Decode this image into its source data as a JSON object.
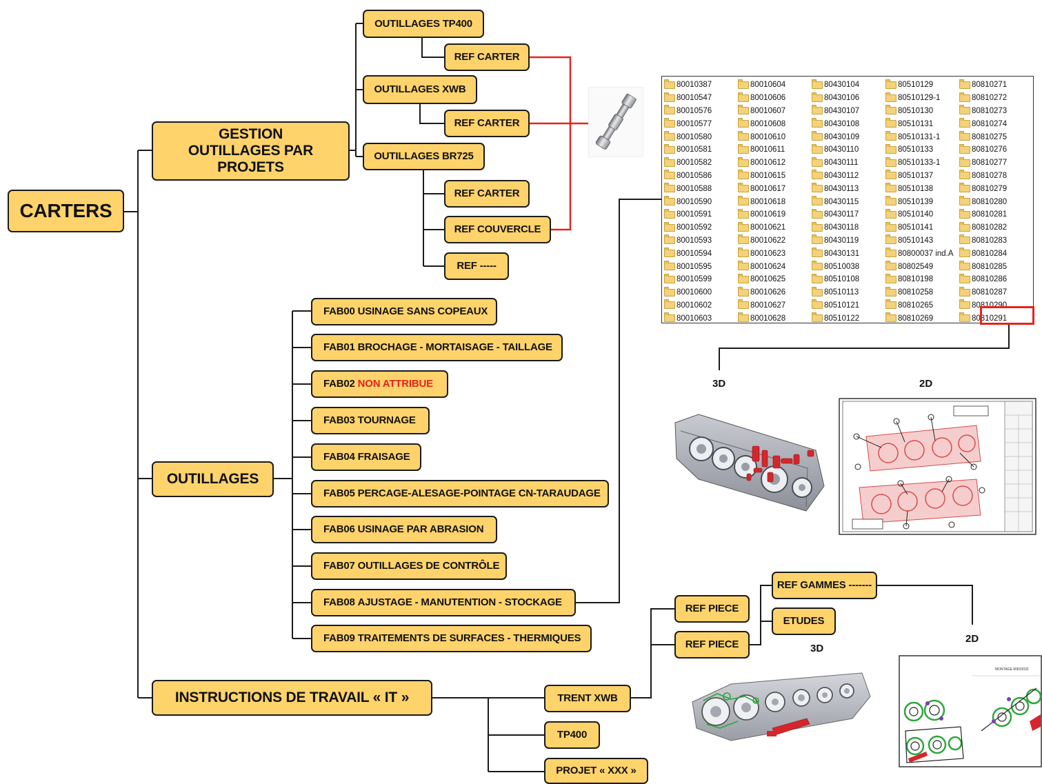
{
  "root": "CARTERS",
  "gestion": {
    "title": "GESTION OUTILLAGES PAR PROJETS",
    "tp400": "OUTILLAGES TP400",
    "xwb": "OUTILLAGES XWB",
    "br725": "OUTILLAGES BR725",
    "ref_carter": "REF CARTER",
    "ref_couvercle": "REF COUVERCLE",
    "ref_dash": "REF -----"
  },
  "outillages": {
    "title": "OUTILLAGES",
    "items": [
      {
        "code": "FAB00",
        "label": "USINAGE SANS COPEAUX"
      },
      {
        "code": "FAB01",
        "label": "BROCHAGE - MORTAISAGE - TAILLAGE"
      },
      {
        "code": "FAB02",
        "label": "NON ATTRIBUE"
      },
      {
        "code": "FAB03",
        "label": "TOURNAGE"
      },
      {
        "code": "FAB04",
        "label": "FRAISAGE"
      },
      {
        "code": "FAB05",
        "label": "PERCAGE-ALESAGE-POINTAGE CN-TARAUDAGE"
      },
      {
        "code": "FAB06",
        "label": "USINAGE PAR ABRASION"
      },
      {
        "code": "FAB07",
        "label": "OUTILLAGES DE CONTRÔLE"
      },
      {
        "code": "FAB08",
        "label": "AJUSTAGE - MANUTENTION - STOCKAGE"
      },
      {
        "code": "FAB09",
        "label": "TRAITEMENTS DE SURFACES - THERMIQUES"
      }
    ]
  },
  "it": {
    "title": "INSTRUCTIONS DE TRAVAIL « IT »",
    "trent": "TRENT XWB",
    "tp400": "TP400",
    "projet": "PROJET « XXX »",
    "ref_piece": "REF PIECE",
    "ref_gammes": "REF GAMMES -------",
    "etudes": "ETUDES"
  },
  "labels": {
    "l3d": "3D",
    "l2d": "2D",
    "drawing_title": "MONTAGE 80810032"
  },
  "folders": [
    [
      "80010387",
      "80010604",
      "80430104",
      "80510129",
      "80810271"
    ],
    [
      "80010547",
      "80010606",
      "80430106",
      "80510129-1",
      "80810272"
    ],
    [
      "80010576",
      "80010607",
      "80430107",
      "80510130",
      "80810273"
    ],
    [
      "80010577",
      "80010608",
      "80430108",
      "80510131",
      "80810274"
    ],
    [
      "80010580",
      "80010610",
      "80430109",
      "80510131-1",
      "80810275"
    ],
    [
      "80010581",
      "80010611",
      "80430110",
      "80510133",
      "80810276"
    ],
    [
      "80010582",
      "80010612",
      "80430111",
      "80510133-1",
      "80810277"
    ],
    [
      "80010586",
      "80010615",
      "80430112",
      "80510137",
      "80810278"
    ],
    [
      "80010588",
      "80010617",
      "80430113",
      "80510138",
      "80810279"
    ],
    [
      "80010590",
      "80010618",
      "80430115",
      "80510139",
      "80810280"
    ],
    [
      "80010591",
      "80010619",
      "80430117",
      "80510140",
      "80810281"
    ],
    [
      "80010592",
      "80010621",
      "80430118",
      "80510141",
      "80810282"
    ],
    [
      "80010593",
      "80010622",
      "80430119",
      "80510143",
      "80810283"
    ],
    [
      "80010594",
      "80010623",
      "80430131",
      "80800037 ind.A",
      "80810284"
    ],
    [
      "80010595",
      "80010624",
      "80510038",
      "80802549",
      "80810285"
    ],
    [
      "80010599",
      "80010625",
      "80510108",
      "80810198",
      "80810286"
    ],
    [
      "80010600",
      "80010626",
      "80510113",
      "80810258",
      "80810287"
    ],
    [
      "80010602",
      "80010627",
      "80510121",
      "80810265",
      "80810290"
    ],
    [
      "80010603",
      "80010628",
      "80510122",
      "80810269",
      "80810291"
    ]
  ],
  "colors": {
    "node_fill": "#FFD36B",
    "accent_red": "#E5231B"
  }
}
